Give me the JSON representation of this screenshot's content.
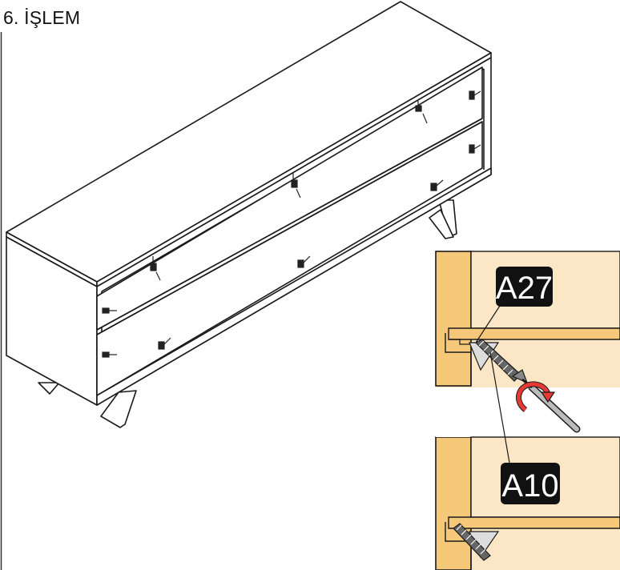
{
  "step_title": "6. İŞLEM",
  "labels": {
    "a27": "A27",
    "a10": "A10"
  },
  "colors": {
    "wood_light": "#FBE7C5",
    "wood_dark": "#F6C879",
    "line": "#1a1a1a",
    "label_bg": "#111111",
    "arrow_red": "#E53935"
  },
  "icons": [
    "screwdriver-icon",
    "rotate-arrow-icon",
    "screw-icon"
  ]
}
